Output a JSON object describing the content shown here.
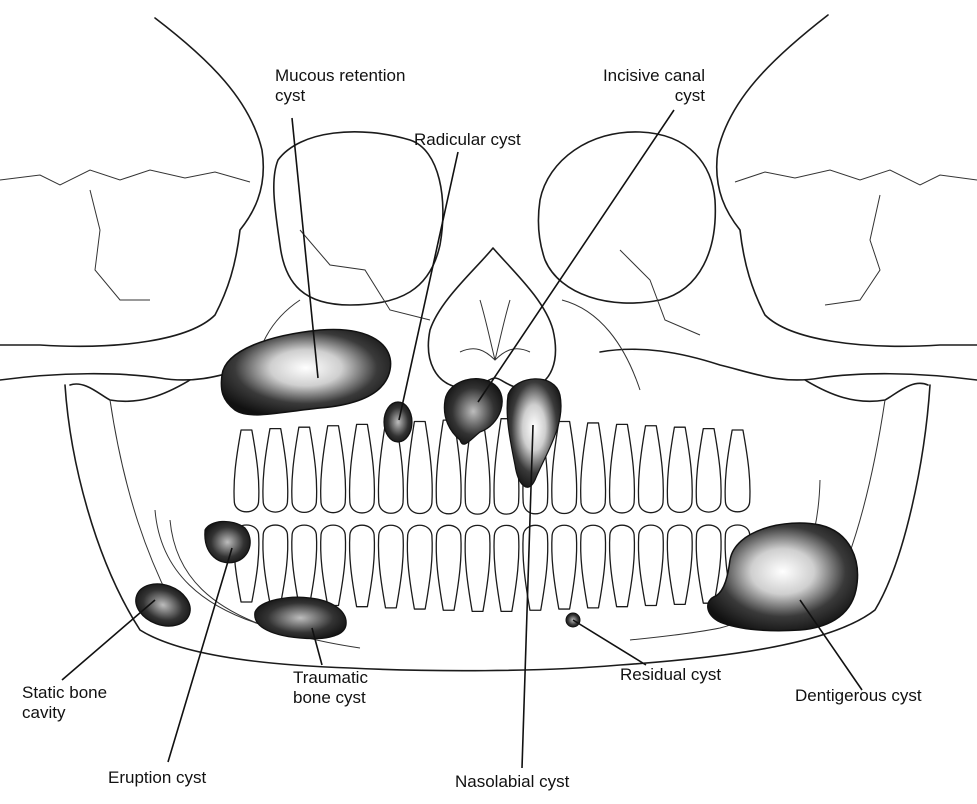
{
  "labels": {
    "mucous_retention": {
      "line1": "Mucous retention",
      "line2": "cyst"
    },
    "radicular": {
      "line1": "Radicular cyst"
    },
    "incisive_canal": {
      "line1": "Incisive canal",
      "line2": "cyst"
    },
    "static_bone": {
      "line1": "Static bone",
      "line2": "cavity"
    },
    "traumatic_bone": {
      "line1": "Traumatic",
      "line2": "bone cyst"
    },
    "eruption": {
      "line1": "Eruption cyst"
    },
    "nasolabial": {
      "line1": "Nasolabial cyst"
    },
    "residual": {
      "line1": "Residual cyst"
    },
    "dentigerous": {
      "line1": "Dentigerous cyst"
    }
  },
  "colors": {
    "line": "#1b1b1b",
    "cyst_dark": "#1a1a1a",
    "cyst_light": "#ffffff",
    "background": "#ffffff"
  }
}
